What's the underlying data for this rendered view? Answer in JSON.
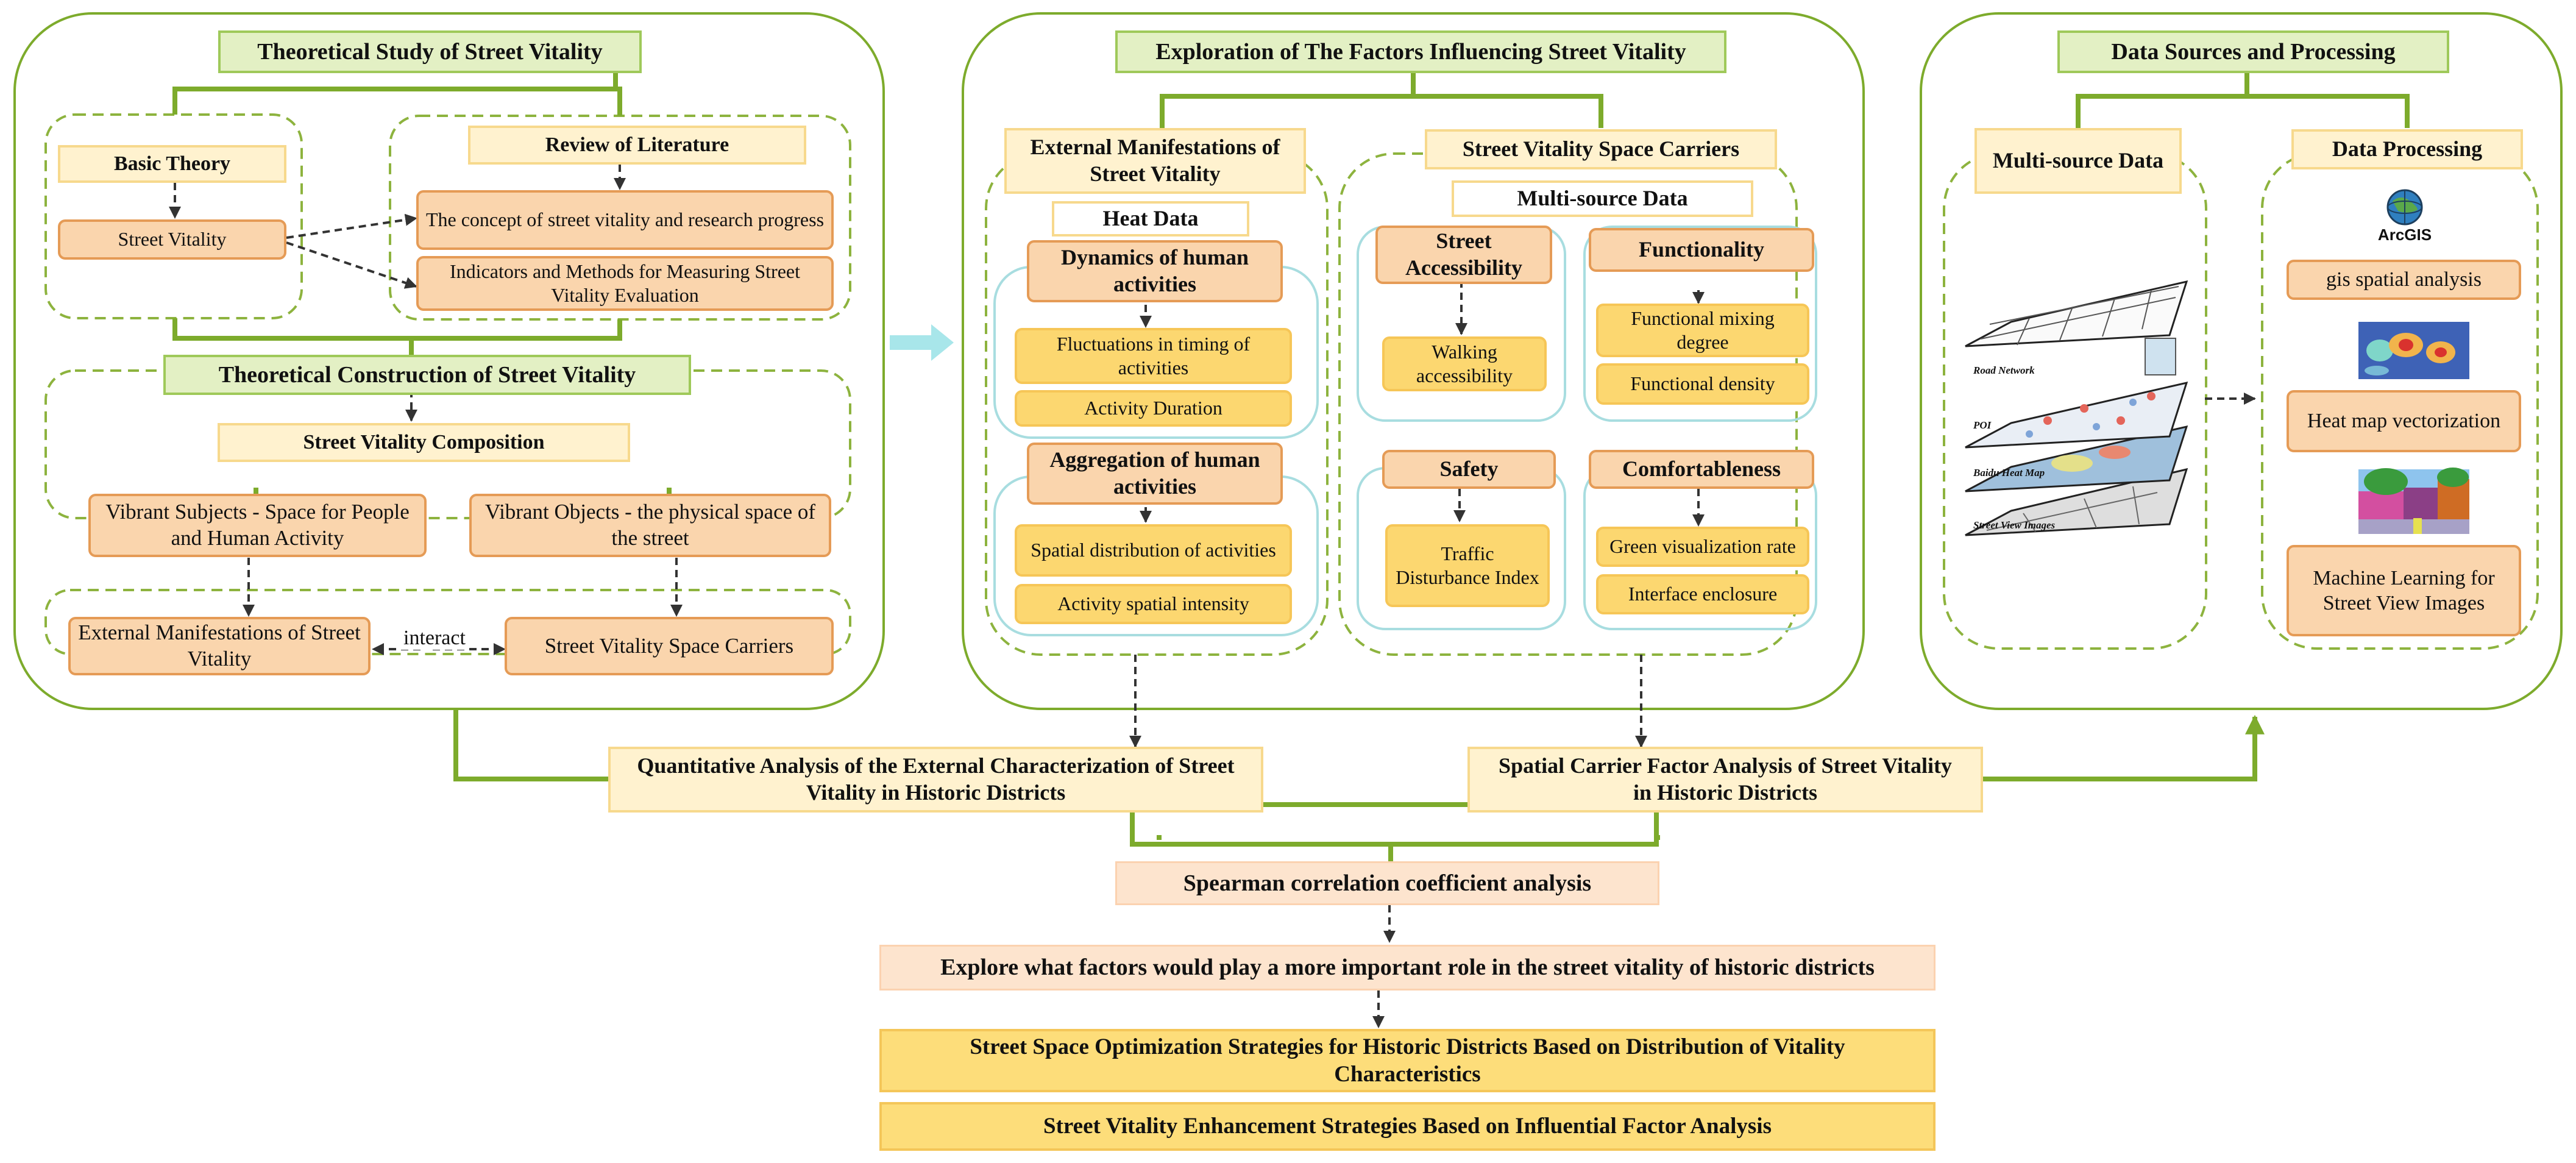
{
  "left": {
    "header": "Theoretical Study of Street Vitality",
    "basic_theory": "Basic Theory",
    "street_vitality": "Street Vitality",
    "review": "Review of Literature",
    "concept": "The concept of street vitality and research progress",
    "indicators": "Indicators and Methods for Measuring Street Vitality Evaluation",
    "construction": "Theoretical Construction of Street Vitality",
    "composition": "Street Vitality Composition",
    "subjects": "Vibrant Subjects - Space for People and Human Activity",
    "objects": "Vibrant Objects - the physical space of the street",
    "external": "External Manifestations of Street Vitality",
    "carriers": "Street Vitality Space Carriers",
    "interact": "interact"
  },
  "middle": {
    "header": "Exploration of The Factors Influencing Street Vitality",
    "external_title": "External Manifestations of Street Vitality",
    "heat_data": "Heat Data",
    "dynamics": "Dynamics of human activities",
    "fluctuations": "Fluctuations in timing of activities",
    "duration": "Activity Duration",
    "aggregation": "Aggregation of human activities",
    "spatial_distribution": "Spatial distribution of activities",
    "spatial_intensity": "Activity spatial intensity",
    "carriers_title": "Street Vitality Space Carriers",
    "multi_source": "Multi-source Data",
    "accessibility": "Street Accessibility",
    "walking": "Walking accessibility",
    "functionality": "Functionality",
    "mixing": "Functional mixing degree",
    "density": "Functional density",
    "safety": "Safety",
    "traffic": "Traffic Disturbance Index",
    "comfort": "Comfortableness",
    "green": "Green visualization rate",
    "enclosure": "Interface enclosure"
  },
  "right": {
    "header": "Data Sources and Processing",
    "multi_source": "Multi-source Data",
    "processing": "Data Processing",
    "arcgis": "ArcGIS",
    "gis": "gis spatial analysis",
    "heatmap": "Heat map vectorization",
    "ml": "Machine Learning for Street View Images",
    "layers": [
      "Road Network",
      "POI",
      "Baidu Heat Map",
      "Street View Images"
    ]
  },
  "bottom": {
    "quant": "Quantitative Analysis of the External Characterization of Street Vitality in Historic Districts",
    "spatial": "Spatial Carrier Factor Analysis of Street Vitality in Historic Districts",
    "spearman": "Spearman correlation coefficient analysis",
    "explore": "Explore what factors would play a more important role in the street vitality of historic districts",
    "optimization": "Street Space Optimization Strategies for Historic Districts Based on Distribution of Vitality Characteristics",
    "enhancement": "Street Vitality Enhancement Strategies Based on Influential Factor Analysis"
  },
  "colors": {
    "panel_border": "#7dab2c",
    "dashed_border": "#8db33e",
    "cyan_group": "#a8dde0",
    "orange_box": "#fad5ad",
    "yellow_box": "#fcd770",
    "gold_box": "#fddd7a",
    "header_green": "#e3f0c4"
  }
}
